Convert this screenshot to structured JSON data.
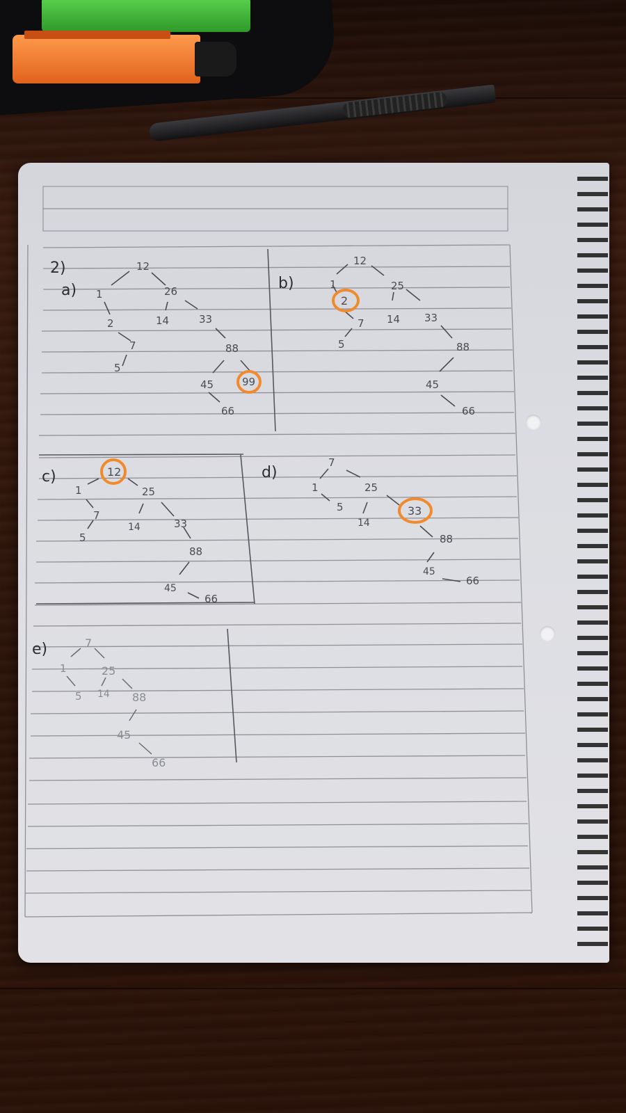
{
  "problem": {
    "number": "2)",
    "trees": [
      {
        "label": "a)",
        "nodes": [
          {
            "id": "a12",
            "text": "12"
          },
          {
            "id": "a1",
            "text": "1"
          },
          {
            "id": "a2",
            "text": "2"
          },
          {
            "id": "a7",
            "text": "7"
          },
          {
            "id": "a5",
            "text": "5"
          },
          {
            "id": "a26",
            "text": "26"
          },
          {
            "id": "a14",
            "text": "14"
          },
          {
            "id": "a33",
            "text": "33"
          },
          {
            "id": "a88",
            "text": "88"
          },
          {
            "id": "a45",
            "text": "45"
          },
          {
            "id": "a99",
            "text": "99"
          },
          {
            "id": "a66",
            "text": "66"
          }
        ],
        "circled": "99"
      },
      {
        "label": "b)",
        "nodes": [
          {
            "id": "b12",
            "text": "12"
          },
          {
            "id": "b1",
            "text": "1"
          },
          {
            "id": "b2",
            "text": "2"
          },
          {
            "id": "b7",
            "text": "7"
          },
          {
            "id": "b5",
            "text": "5"
          },
          {
            "id": "b25",
            "text": "25"
          },
          {
            "id": "b14",
            "text": "14"
          },
          {
            "id": "b33",
            "text": "33"
          },
          {
            "id": "b88",
            "text": "88"
          },
          {
            "id": "b45",
            "text": "45"
          },
          {
            "id": "b66",
            "text": "66"
          }
        ],
        "circled": "2"
      },
      {
        "label": "c)",
        "nodes": [
          {
            "id": "c12",
            "text": "12"
          },
          {
            "id": "c1",
            "text": "1"
          },
          {
            "id": "c7",
            "text": "7"
          },
          {
            "id": "c5",
            "text": "5"
          },
          {
            "id": "c25",
            "text": "25"
          },
          {
            "id": "c14",
            "text": "14"
          },
          {
            "id": "c33",
            "text": "33"
          },
          {
            "id": "c88",
            "text": "88"
          },
          {
            "id": "c45",
            "text": "45"
          },
          {
            "id": "c66",
            "text": "66"
          }
        ],
        "circled": "12"
      },
      {
        "label": "d)",
        "nodes": [
          {
            "id": "d7",
            "text": "7"
          },
          {
            "id": "d1",
            "text": "1"
          },
          {
            "id": "d5",
            "text": "5"
          },
          {
            "id": "d25",
            "text": "25"
          },
          {
            "id": "d14",
            "text": "14"
          },
          {
            "id": "d33",
            "text": "33"
          },
          {
            "id": "d88",
            "text": "88"
          },
          {
            "id": "d45",
            "text": "45"
          },
          {
            "id": "d66",
            "text": "66"
          }
        ],
        "circled": "33"
      },
      {
        "label": "e)",
        "nodes": [
          {
            "id": "e7",
            "text": "7"
          },
          {
            "id": "e1",
            "text": "1"
          },
          {
            "id": "e5",
            "text": "5"
          },
          {
            "id": "e25",
            "text": "25"
          },
          {
            "id": "e14",
            "text": "14"
          },
          {
            "id": "e88",
            "text": "88"
          },
          {
            "id": "e45",
            "text": "45"
          },
          {
            "id": "e66",
            "text": "66"
          }
        ],
        "circled": null
      }
    ]
  },
  "colors": {
    "ink": "#4a4c52",
    "highlight": "#f08a2c",
    "paper": "#dcdde2",
    "desk": "#2a140c"
  }
}
